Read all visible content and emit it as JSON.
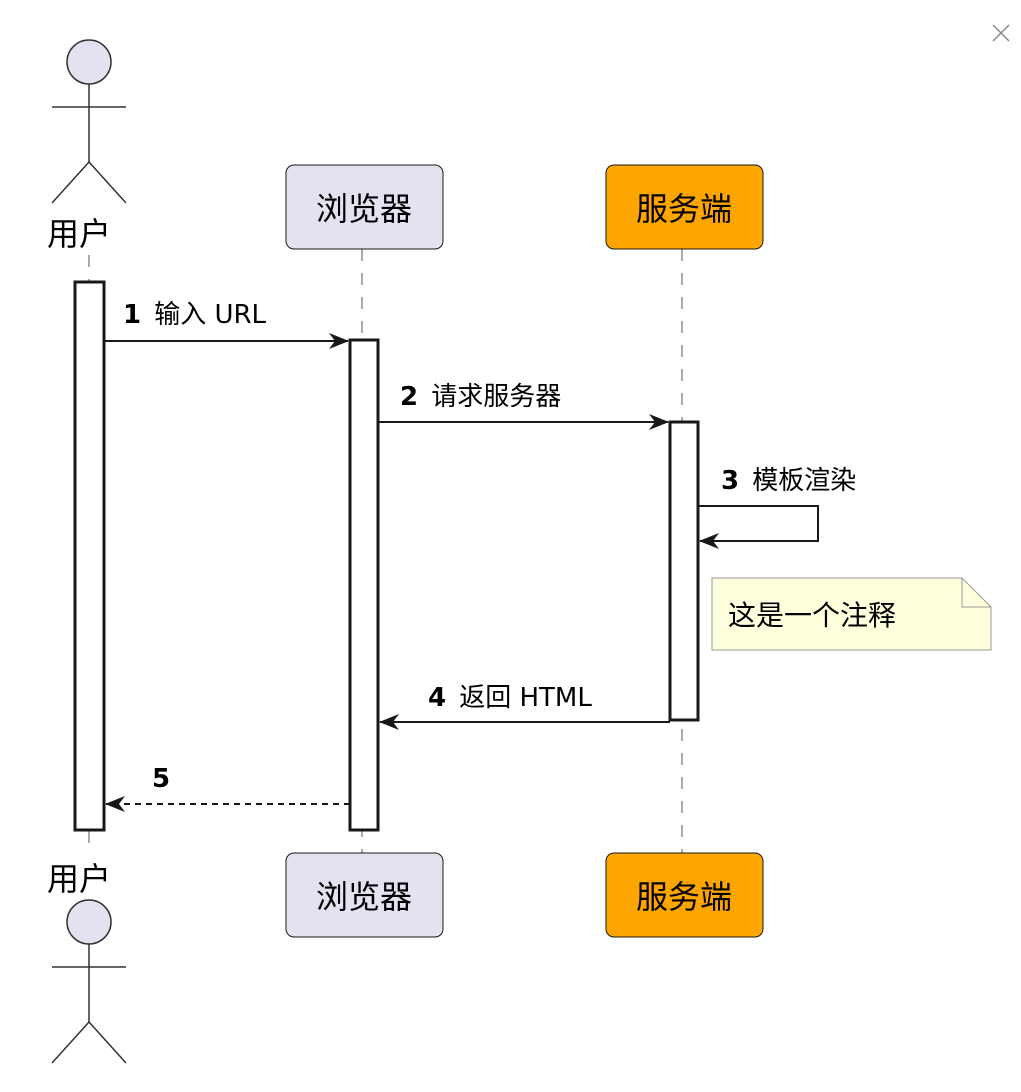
{
  "window": {
    "close_icon": "close-icon"
  },
  "diagram": {
    "type": "sequence",
    "participants": [
      {
        "id": "user",
        "label": "用户",
        "kind": "actor",
        "fill": "#E2E2F0"
      },
      {
        "id": "browser",
        "label": "浏览器",
        "kind": "participant",
        "fill": "#E2E2F0"
      },
      {
        "id": "server",
        "label": "服务端",
        "kind": "participant",
        "fill": "#FFA500"
      }
    ],
    "messages": [
      {
        "number": "1",
        "text": "输入 URL",
        "from": "user",
        "to": "browser",
        "style": "solid"
      },
      {
        "number": "2",
        "text": "请求服务器",
        "from": "browser",
        "to": "server",
        "style": "solid"
      },
      {
        "number": "3",
        "text": "模板渲染",
        "from": "server",
        "to": "server",
        "style": "solid"
      },
      {
        "number": "4",
        "text": "返回 HTML",
        "from": "server",
        "to": "browser",
        "style": "solid"
      },
      {
        "number": "5",
        "text": "",
        "from": "browser",
        "to": "user",
        "style": "dashed"
      }
    ],
    "note": {
      "text": "这是一个注释",
      "over": "server",
      "position": "right",
      "fill": "#FEFFDD"
    },
    "colors": {
      "line": "#181818",
      "lifeline": "#555555",
      "actor_stroke": "#333333",
      "participant_stroke": "#181818",
      "note_stroke": "#999999",
      "close_icon": "#888888"
    }
  }
}
